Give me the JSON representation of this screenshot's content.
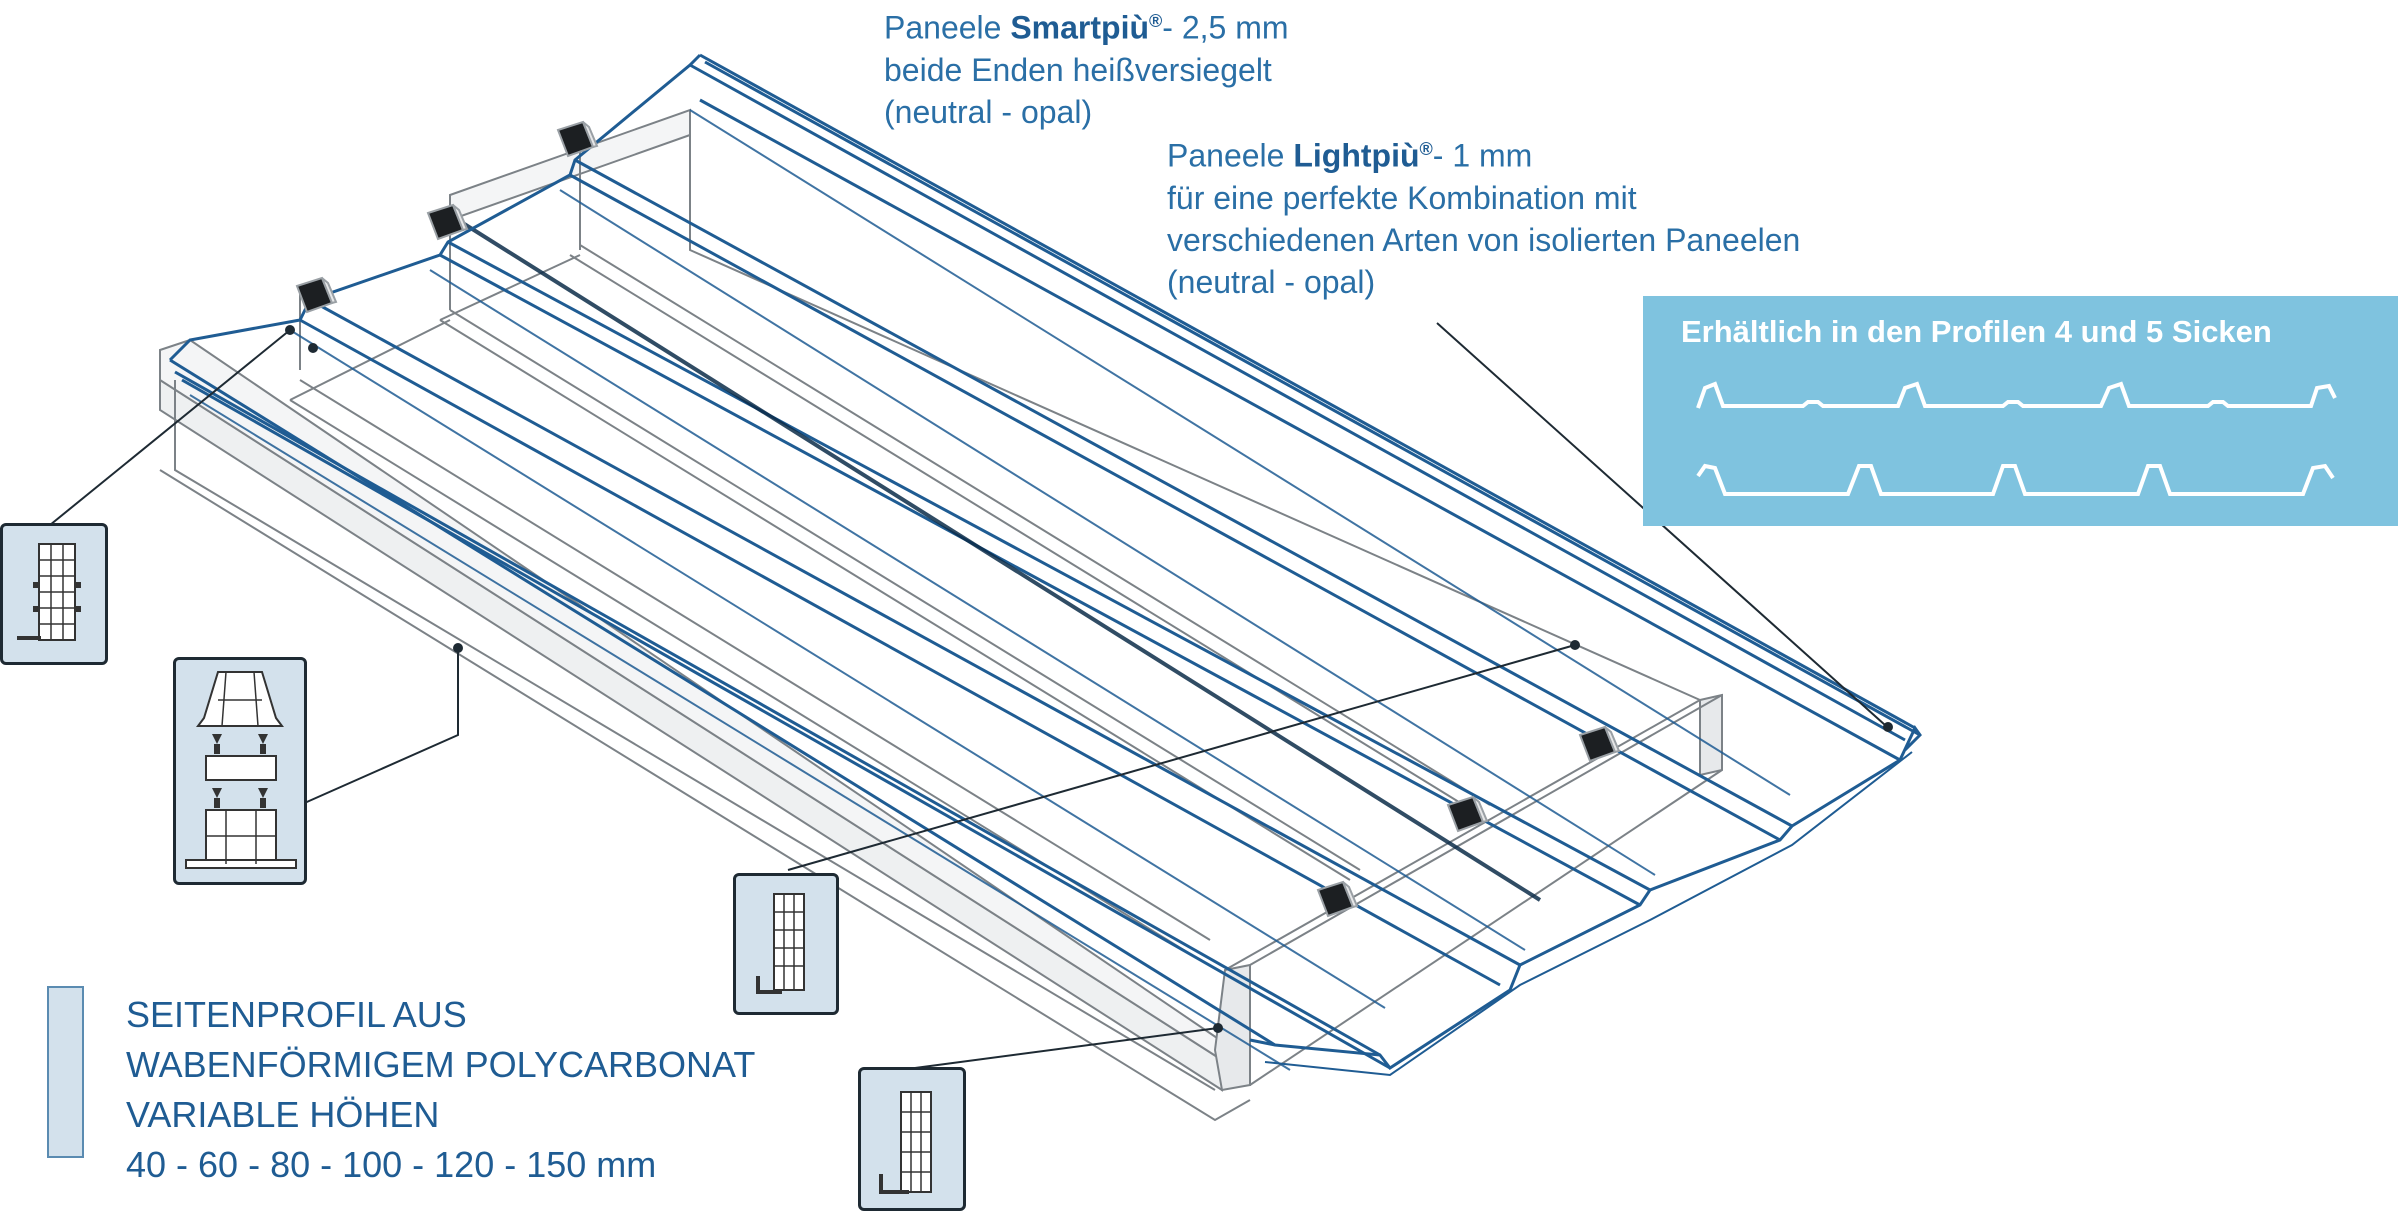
{
  "smartpiu": {
    "prefix": "Paneele ",
    "brand": "Smartpiù",
    "reg": "®",
    "suffix": "- 2,5 mm",
    "line2": "beide Enden heißversiegelt",
    "line3": "(neutral - opal)"
  },
  "lightpiu": {
    "prefix": "Paneele ",
    "brand": "Lightpiù",
    "reg": "®",
    "suffix": "- 1 mm",
    "line2": "für eine perfekte Kombination mit",
    "line3": "verschiedenen Arten von isolierten Paneelen",
    "line4": "(neutral - opal)"
  },
  "profiles": {
    "title": "Erhältlich in den Profilen 4 und 5 Sicken",
    "profile_a": "4 Sicken",
    "profile_b": "5 Sicken"
  },
  "legend": {
    "line1": "SEITENPROFIL AUS",
    "line2": "WABENFÖRMIGEM POLYCARBONAT",
    "line3": "VARIABLE HÖHEN",
    "line4": "40 - 60 - 80 - 100 - 120 - 150 mm"
  },
  "colors": {
    "panel_blue": "#1f5c93",
    "profile_box": "#7fc3df",
    "inset_fill": "#d3e1ec",
    "frame_grey": "#8a8f94"
  }
}
